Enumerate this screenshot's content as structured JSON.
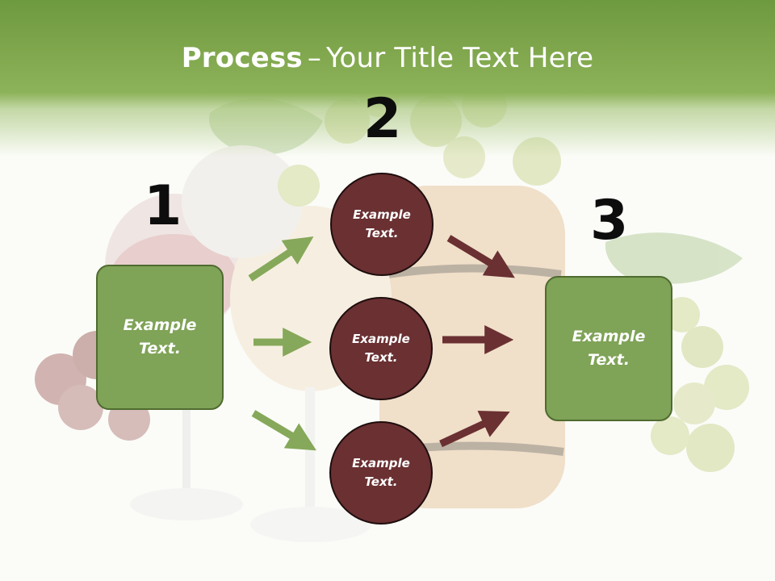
{
  "slide": {
    "title_bold": "Process",
    "title_dash": "–",
    "title_rest": "Your Title Text Here"
  },
  "steps": [
    {
      "number": "1",
      "label": "Example\nText."
    },
    {
      "number": "2",
      "label": ""
    },
    {
      "number": "3",
      "label": "Example\nText."
    }
  ],
  "circles": [
    {
      "label": "Example\nText."
    },
    {
      "label": "Example\nText."
    },
    {
      "label": "Example\nText."
    }
  ],
  "colors": {
    "header_green": "#7fa64c",
    "box_green": "#7fa357",
    "circle_maroon": "#6a3032",
    "arrow_green": "#86a85a",
    "arrow_maroon": "#6a3032"
  },
  "background_image": "wine-glasses-barrel-grapes"
}
